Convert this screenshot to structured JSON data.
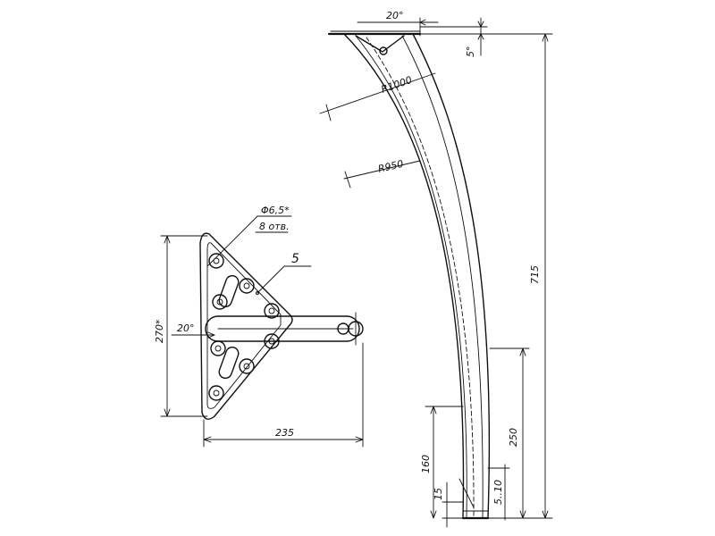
{
  "leg": {
    "top_angle": "20°",
    "tilt_angle": "5°",
    "outer_radius": "R1000",
    "inner_radius": "R950",
    "height": "715",
    "lower_height": "250",
    "foot_height": "160",
    "foot_depth": "15",
    "tube_section": "5..10"
  },
  "bracket": {
    "hole_spec": "Φ6,5*",
    "hole_count": "8 отв.",
    "part_number": "5",
    "height": "270*",
    "arm_angle": "20°",
    "width": "235"
  }
}
